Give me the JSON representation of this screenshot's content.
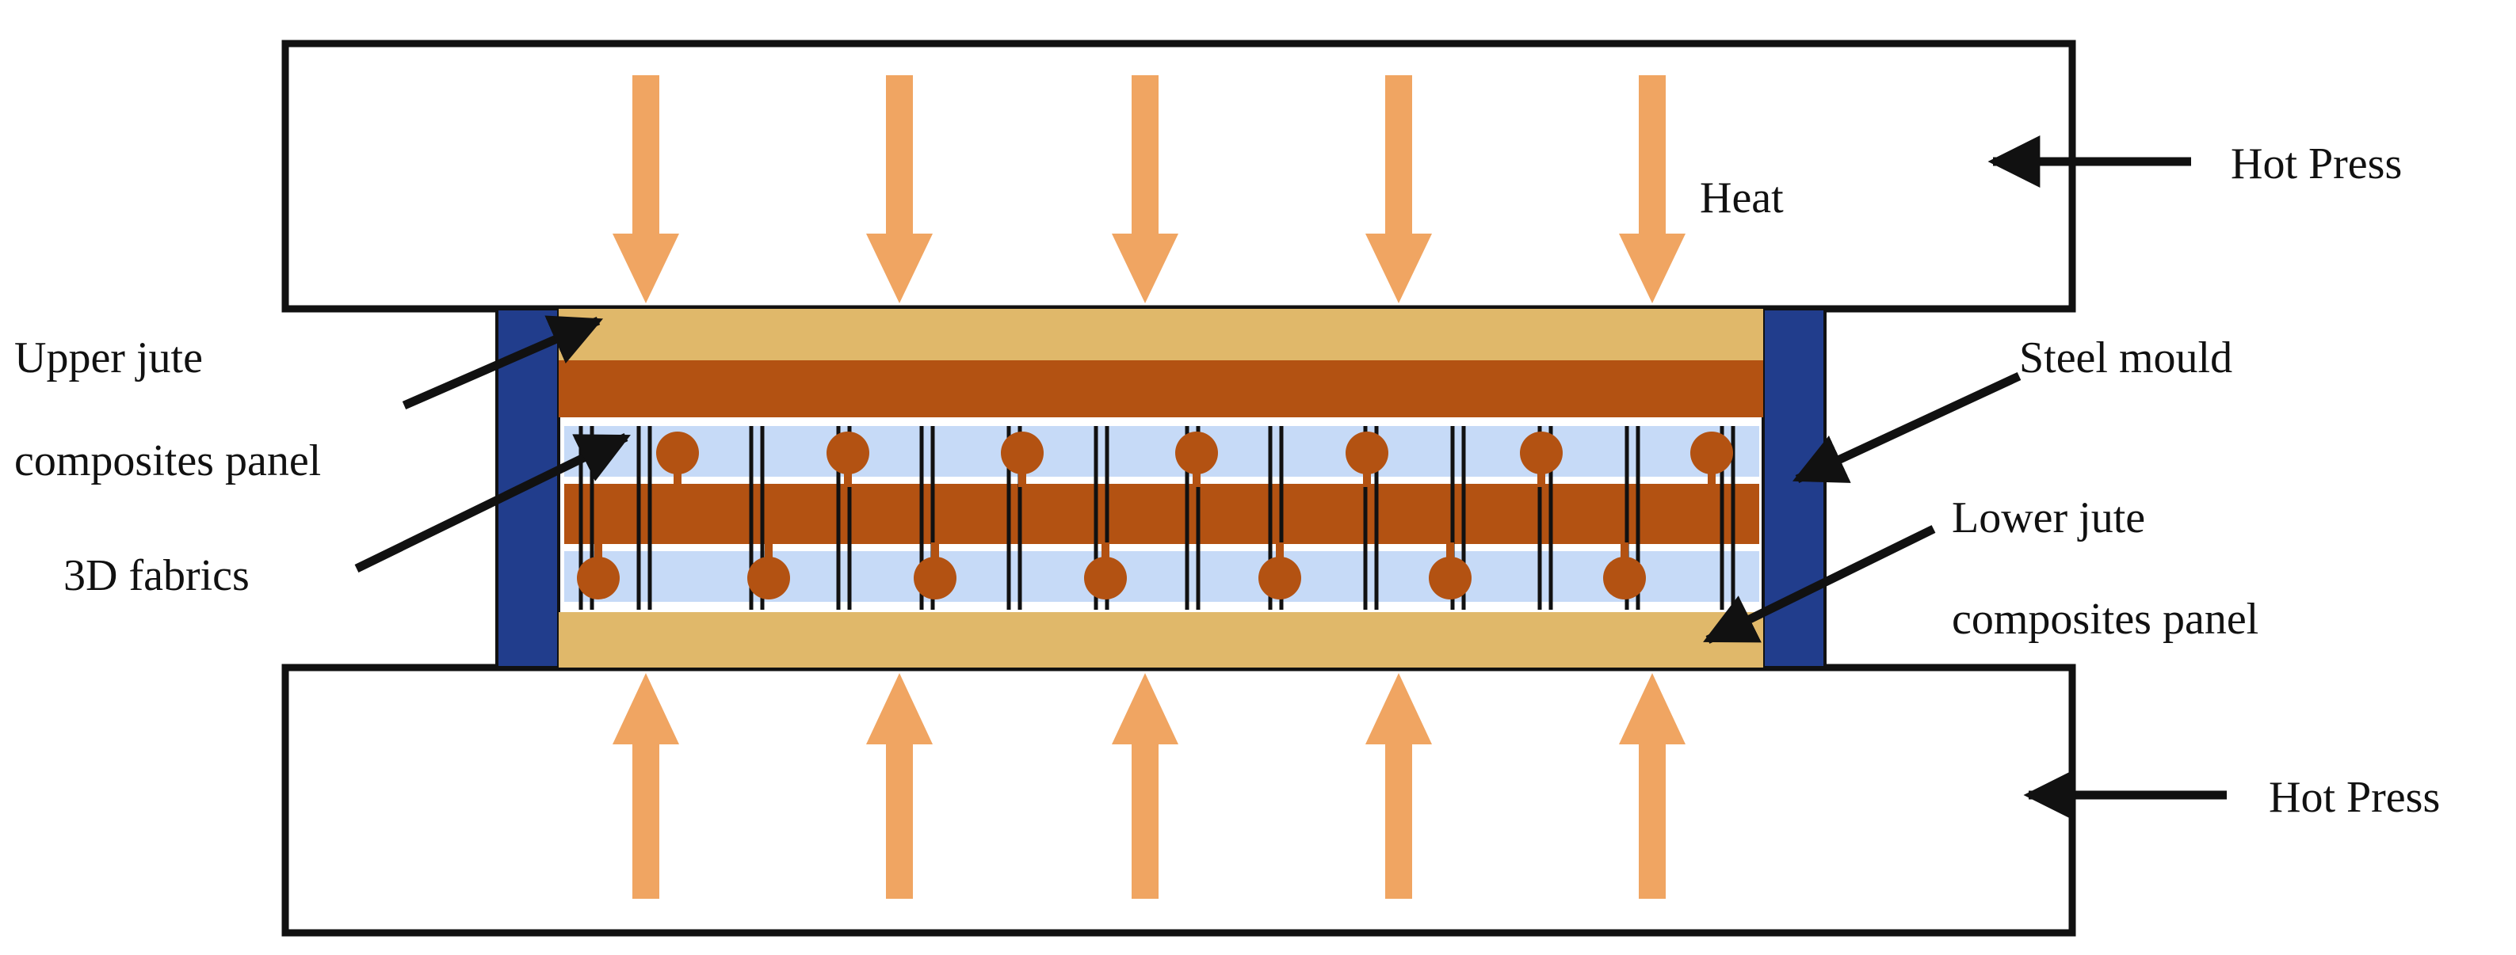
{
  "labels": {
    "heat": "Heat",
    "hot_press_top": "Hot Press",
    "hot_press_bottom": "Hot Press",
    "upper_panel_line1": "Upper jute",
    "upper_panel_line2": "composites panel",
    "fabrics": "3D fabrics",
    "steel_mould": "Steel mould",
    "lower_panel_line1": "Lower jute",
    "lower_panel_line2": "composites panel"
  },
  "colors": {
    "press_border": "#111111",
    "heat_arrow": "#f0a562",
    "jute_panel": "#e0b86a",
    "resin_layer": "#b35212",
    "fabric_fill": "#c6daf7",
    "mould": "#213d8c",
    "pointer": "#111111"
  },
  "icons": {
    "heat": "arrow-down-icon",
    "pointer": "arrow-pointer-icon"
  }
}
